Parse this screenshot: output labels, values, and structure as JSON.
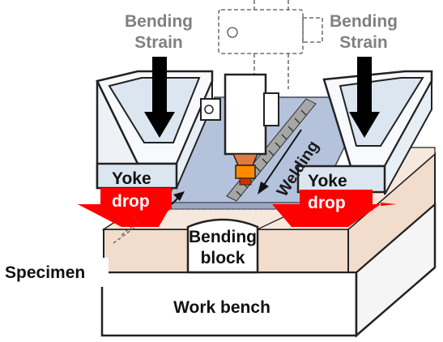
{
  "labels": {
    "bending_strain_left_line1": "Bending",
    "bending_strain_left_line2": "Strain",
    "bending_strain_right_line1": "Bending",
    "bending_strain_right_line2": "Strain",
    "yoke_left": "Yoke",
    "yoke_right": "Yoke",
    "drop_left": "drop",
    "drop_right": "drop",
    "welding": "Welding",
    "bending_block_line1": "Bending",
    "bending_block_line2": "block",
    "specimen": "Specimen",
    "work_bench": "Work bench"
  },
  "colors": {
    "plate": "#b4c2dc",
    "arrow_red": "#ff0000",
    "label_grey": "#808080",
    "bench_tan": "#f2dccb",
    "yoke_face": "#dce6f0",
    "nozzle_orange": "#ff8a00"
  },
  "icons": {
    "load_arrow": "down-arrow-icon",
    "drop_arrow": "red-arrow-icon",
    "weld_direction": "diagonal-arrow-icon"
  }
}
